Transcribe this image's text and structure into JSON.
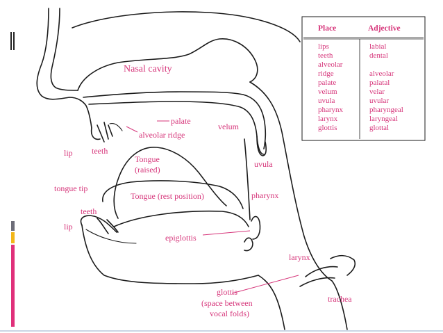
{
  "diagram": {
    "labels": {
      "nasal_cavity": "Nasal cavity",
      "palate": "palate",
      "velum": "velum",
      "alveolar_ridge": "alveolar ridge",
      "lip_upper": "lip",
      "teeth_upper": "teeth",
      "uvula": "uvula",
      "tongue_raised_1": "Tongue",
      "tongue_raised_2": "(raised)",
      "tongue_tip": "tongue tip",
      "tongue_rest": "Tongue (rest position)",
      "pharynx": "pharynx",
      "teeth_lower": "teeth",
      "lip_lower": "lip",
      "epiglottis": "epiglottis",
      "larynx": "larynx",
      "glottis": "glottis",
      "glottis_note_1": "(space between",
      "glottis_note_2": "vocal folds)",
      "trachea": "trachea"
    },
    "table": {
      "headers": [
        "Place",
        "Adjective"
      ],
      "rows": [
        [
          "lips",
          "labial"
        ],
        [
          "teeth",
          "dental"
        ],
        [
          "alveolar",
          ""
        ],
        [
          "ridge",
          "alveolar"
        ],
        [
          "palate",
          "palatal"
        ],
        [
          "velum",
          "velar"
        ],
        [
          "uvula",
          "uvular"
        ],
        [
          "pharynx",
          "pharyngeal"
        ],
        [
          "larynx",
          "laryngeal"
        ],
        [
          "glottis",
          "glottal"
        ]
      ]
    }
  },
  "colors": {
    "label": "#d6357a",
    "outline": "#1a1a1a",
    "accent_pink": "#e0307a",
    "accent_yellow": "#f2b619",
    "accent_gray": "#6d6d78"
  }
}
